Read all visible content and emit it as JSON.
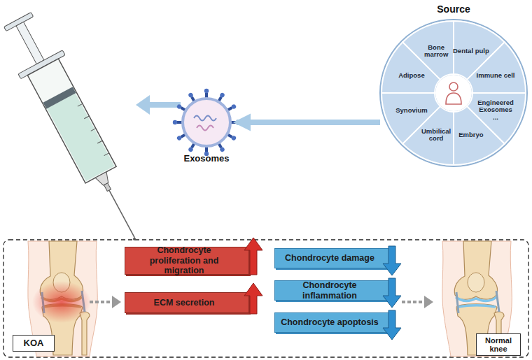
{
  "diagram": {
    "nodes": [
      {
        "text": [
          "Source"
        ]
      },
      {
        "text": [
          "Bone marrow"
        ],
        "in": 0
      },
      {
        "text": [
          "Dental pulp"
        ],
        "in": 0
      },
      {
        "text": [
          "Immune cell"
        ],
        "in": 0
      },
      {
        "text": [
          "Engineered Exosomes",
          "..."
        ],
        "in": 0
      },
      {
        "text": [
          "Embryo"
        ],
        "in": 0
      },
      {
        "text": [
          "Umbilical cord"
        ],
        "in": 0
      },
      {
        "text": [
          "Synovium"
        ],
        "in": 0
      },
      {
        "text": [
          "Adipose"
        ],
        "in": 0
      },
      {
        "text": [
          "Exosomes"
        ]
      },
      {
        "text": [
          "KOA"
        ]
      },
      {
        "text": [
          "Chondrocyte proliferation and migration"
        ]
      },
      {
        "text": [
          "ECM secretion"
        ]
      },
      {
        "text": [
          "Chondrocyte damage"
        ]
      },
      {
        "text": [
          "Chondrocyte inflammation"
        ]
      },
      {
        "text": [
          "Chondrocyte apoptosis"
        ]
      },
      {
        "text": [
          "Normal knee"
        ]
      }
    ],
    "edges": [
      {
        "from": 0,
        "to": 9,
        "arrow": "to"
      }
    ]
  }
}
